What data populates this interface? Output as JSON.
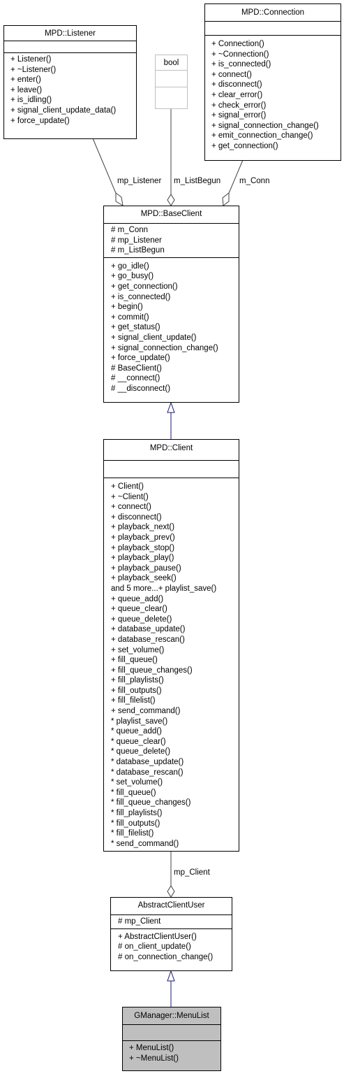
{
  "classes": {
    "listener": {
      "name": "MPD::Listener",
      "attributes": [],
      "methods": [
        "+ Listener()",
        "+ ~Listener()",
        "+ enter()",
        "+ leave()",
        "+ is_idling()",
        "+ signal_client_update_data()",
        "+ force_update()"
      ]
    },
    "bool": {
      "name": "bool",
      "attributes": [],
      "methods": []
    },
    "connection": {
      "name": "MPD::Connection",
      "attributes": [],
      "methods": [
        "+ Connection()",
        "+ ~Connection()",
        "+ is_connected()",
        "+ connect()",
        "+ disconnect()",
        "+ clear_error()",
        "+ check_error()",
        "+ signal_error()",
        "+ signal_connection_change()",
        "+ emit_connection_change()",
        "+ get_connection()"
      ]
    },
    "baseclient": {
      "name": "MPD::BaseClient",
      "attributes": [
        "# m_Conn",
        "# mp_Listener",
        "# m_ListBegun"
      ],
      "methods": [
        "+ go_idle()",
        "+ go_busy()",
        "+ get_connection()",
        "+ is_connected()",
        "+ begin()",
        "+ commit()",
        "+ get_status()",
        "+ signal_client_update()",
        "+ signal_connection_change()",
        "+ force_update()",
        "# BaseClient()",
        "# __connect()",
        "# __disconnect()"
      ]
    },
    "client": {
      "name": "MPD::Client",
      "attributes": [],
      "methods": [
        "+ Client()",
        "+ ~Client()",
        "+ connect()",
        "+ disconnect()",
        "+ playback_next()",
        "+ playback_prev()",
        "+ playback_stop()",
        "+ playback_play()",
        "+ playback_pause()",
        "+ playback_seek()",
        "and 5 more...+ playlist_save()",
        "+ queue_add()",
        "+ queue_clear()",
        "+ queue_delete()",
        "+ database_update()",
        "+ database_rescan()",
        "+ set_volume()",
        "+ fill_queue()",
        "+ fill_queue_changes()",
        "+ fill_playlists()",
        "+ fill_outputs()",
        "+ fill_filelist()",
        "+ send_command()",
        "* playlist_save()",
        "* queue_add()",
        "* queue_clear()",
        "* queue_delete()",
        "* database_update()",
        "* database_rescan()",
        "* set_volume()",
        "* fill_queue()",
        "* fill_queue_changes()",
        "* fill_playlists()",
        "* fill_outputs()",
        "* fill_filelist()",
        "* send_command()"
      ]
    },
    "abstractclientuser": {
      "name": "AbstractClientUser",
      "attributes": [
        "# mp_Client"
      ],
      "methods": [
        "+ AbstractClientUser()",
        "# on_client_update()",
        "# on_connection_change()"
      ]
    },
    "menulist": {
      "name": "GManager::MenuList",
      "attributes": [],
      "methods": [
        "+ MenuList()",
        "+ ~MenuList()"
      ]
    }
  },
  "edges": {
    "listener_to_baseclient": {
      "label": "mp_Listener",
      "kind": "aggregation"
    },
    "bool_to_baseclient": {
      "label": "m_ListBegun",
      "kind": "aggregation"
    },
    "connection_to_baseclient": {
      "label": "m_Conn",
      "kind": "aggregation"
    },
    "client_to_baseclient": {
      "label": "",
      "kind": "inheritance"
    },
    "client_to_abstractclientuser": {
      "label": "mp_Client",
      "kind": "aggregation"
    },
    "menulist_to_abstractclientuser": {
      "label": "",
      "kind": "inheritance"
    }
  },
  "colors": {
    "inheritance": "#191970",
    "aggregation": "#404040",
    "highlight": "#bfbfbf",
    "grey_border": "#bfbfbf"
  }
}
